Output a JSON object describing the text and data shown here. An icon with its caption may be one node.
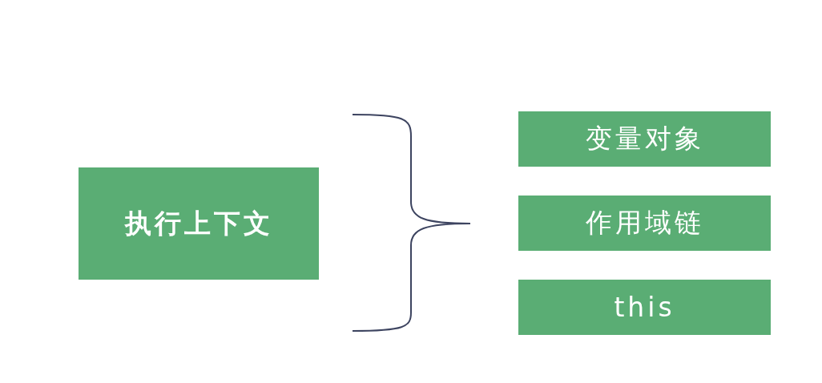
{
  "diagram": {
    "nodes": [
      {
        "text": [
          "执行上下文"
        ]
      },
      {
        "text": [
          "变量对象"
        ]
      },
      {
        "text": [
          "作用域链"
        ]
      },
      {
        "text": [
          "this"
        ]
      }
    ]
  }
}
